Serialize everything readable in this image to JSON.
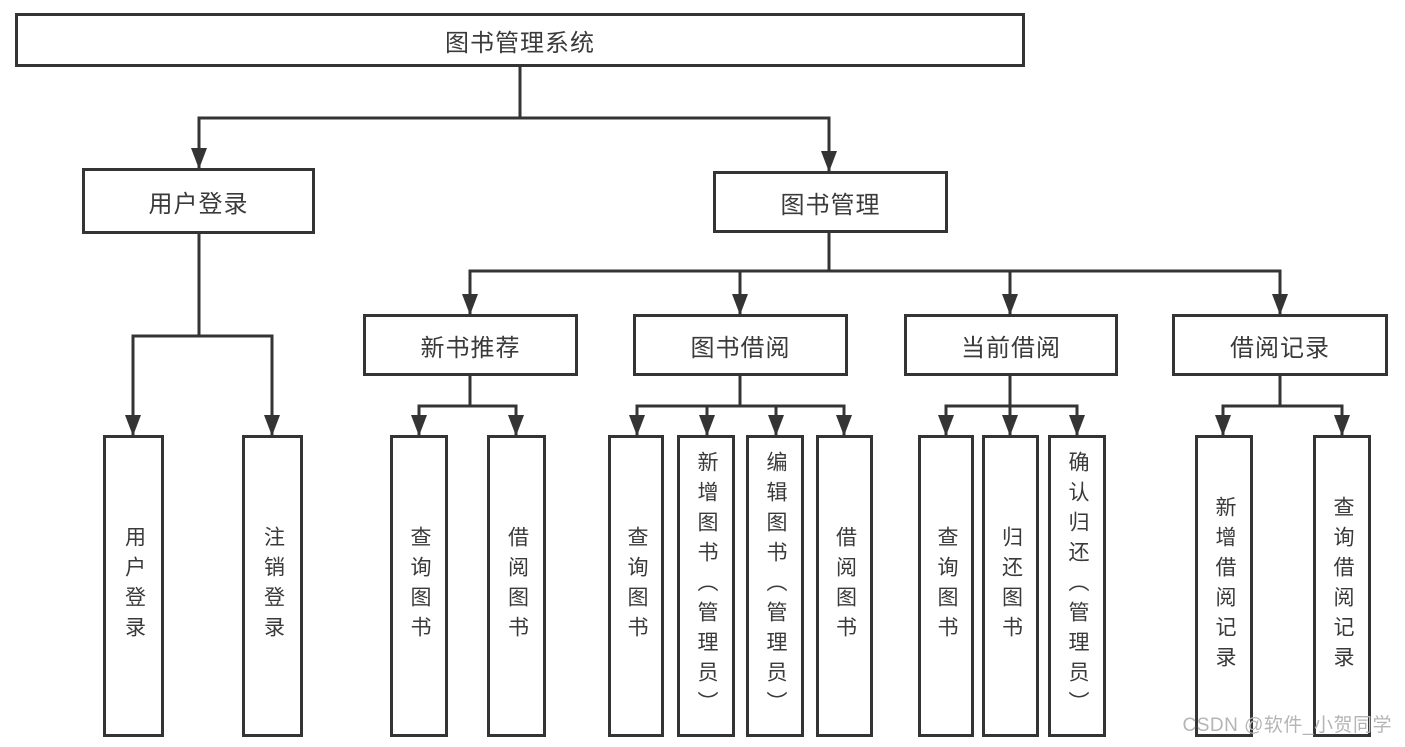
{
  "diagram": {
    "watermark": "CSDN @软件_小贺同学",
    "colors": {
      "line": "#343434",
      "box_border": "#343434",
      "text": "#3a3a3a",
      "watermark": "#b5b5b5",
      "background": "#ffffff"
    },
    "tree": {
      "label": "图书管理系统",
      "children": [
        {
          "label": "用户登录",
          "children": [
            {
              "label": "用户登录"
            },
            {
              "label": "注销登录"
            }
          ]
        },
        {
          "label": "图书管理",
          "children": [
            {
              "label": "新书推荐",
              "children": [
                {
                  "label": "查询图书"
                },
                {
                  "label": "借阅图书"
                }
              ]
            },
            {
              "label": "图书借阅",
              "children": [
                {
                  "label": "查询图书"
                },
                {
                  "label": "新增图书（管理员）"
                },
                {
                  "label": "编辑图书（管理员）"
                },
                {
                  "label": "借阅图书"
                }
              ]
            },
            {
              "label": "当前借阅",
              "children": [
                {
                  "label": "查询图书"
                },
                {
                  "label": "归还图书"
                },
                {
                  "label": "确认归还（管理员）"
                }
              ]
            },
            {
              "label": "借阅记录",
              "children": [
                {
                  "label": "新增借阅记录"
                },
                {
                  "label": "查询借阅记录"
                }
              ]
            }
          ]
        }
      ]
    }
  }
}
